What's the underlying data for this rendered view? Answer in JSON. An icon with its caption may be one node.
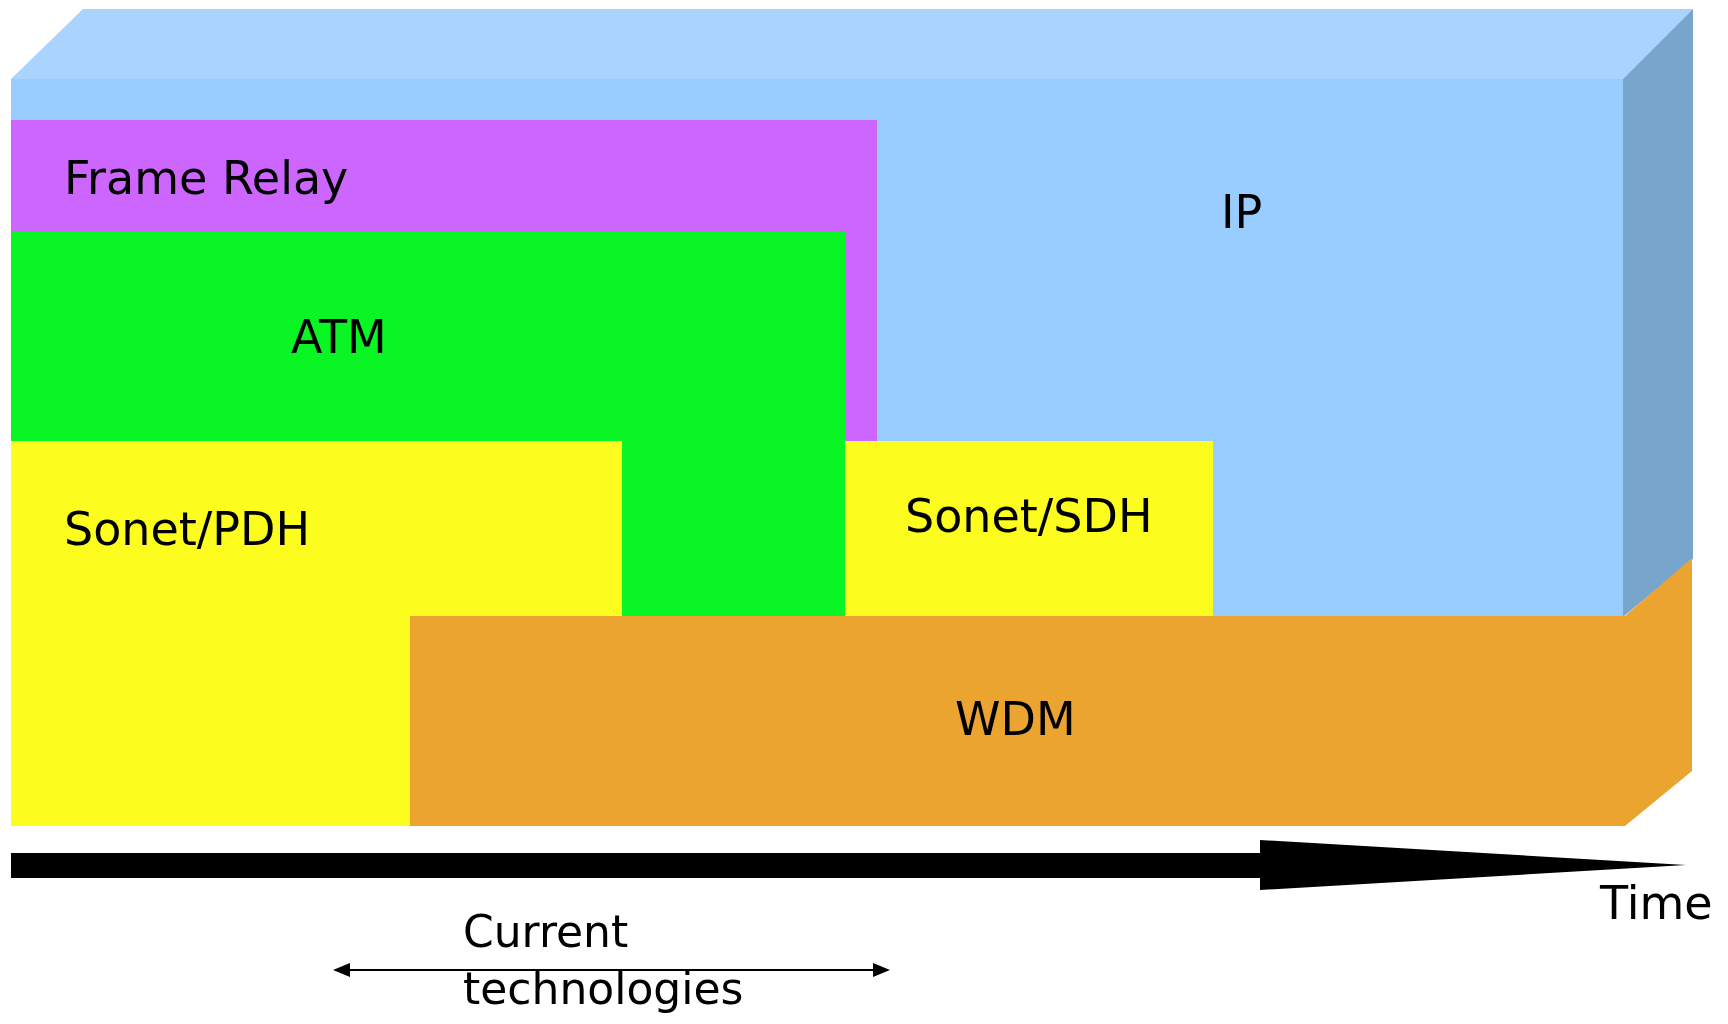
{
  "diagram": {
    "nodes": [
      {
        "text": [
          "IP"
        ]
      },
      {
        "text": [
          "Frame Relay"
        ],
        "in": 0
      },
      {
        "text": [
          "ATM"
        ],
        "in": 0
      },
      {
        "text": [
          "Sonet/PDH"
        ]
      },
      {
        "text": [
          "Sonet/SDH"
        ],
        "in": 0
      },
      {
        "text": [
          "WDM"
        ]
      }
    ],
    "labels": [
      "Time",
      "Current technologies"
    ]
  }
}
